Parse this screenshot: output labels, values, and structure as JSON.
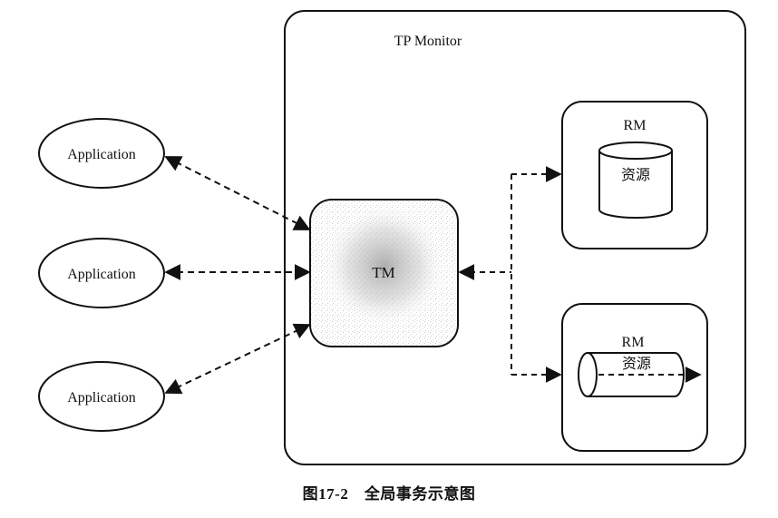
{
  "diagram": {
    "monitor_label": "TP Monitor",
    "tm_label": "TM",
    "applications": [
      {
        "label": "Application"
      },
      {
        "label": "Application"
      },
      {
        "label": "Application"
      }
    ],
    "resource_managers": [
      {
        "label": "RM",
        "resource_label": "资源",
        "shape": "vertical-cylinder"
      },
      {
        "label": "RM",
        "resource_label": "资源",
        "shape": "horizontal-cylinder"
      }
    ]
  },
  "caption": "图17-2　全局事务示意图"
}
